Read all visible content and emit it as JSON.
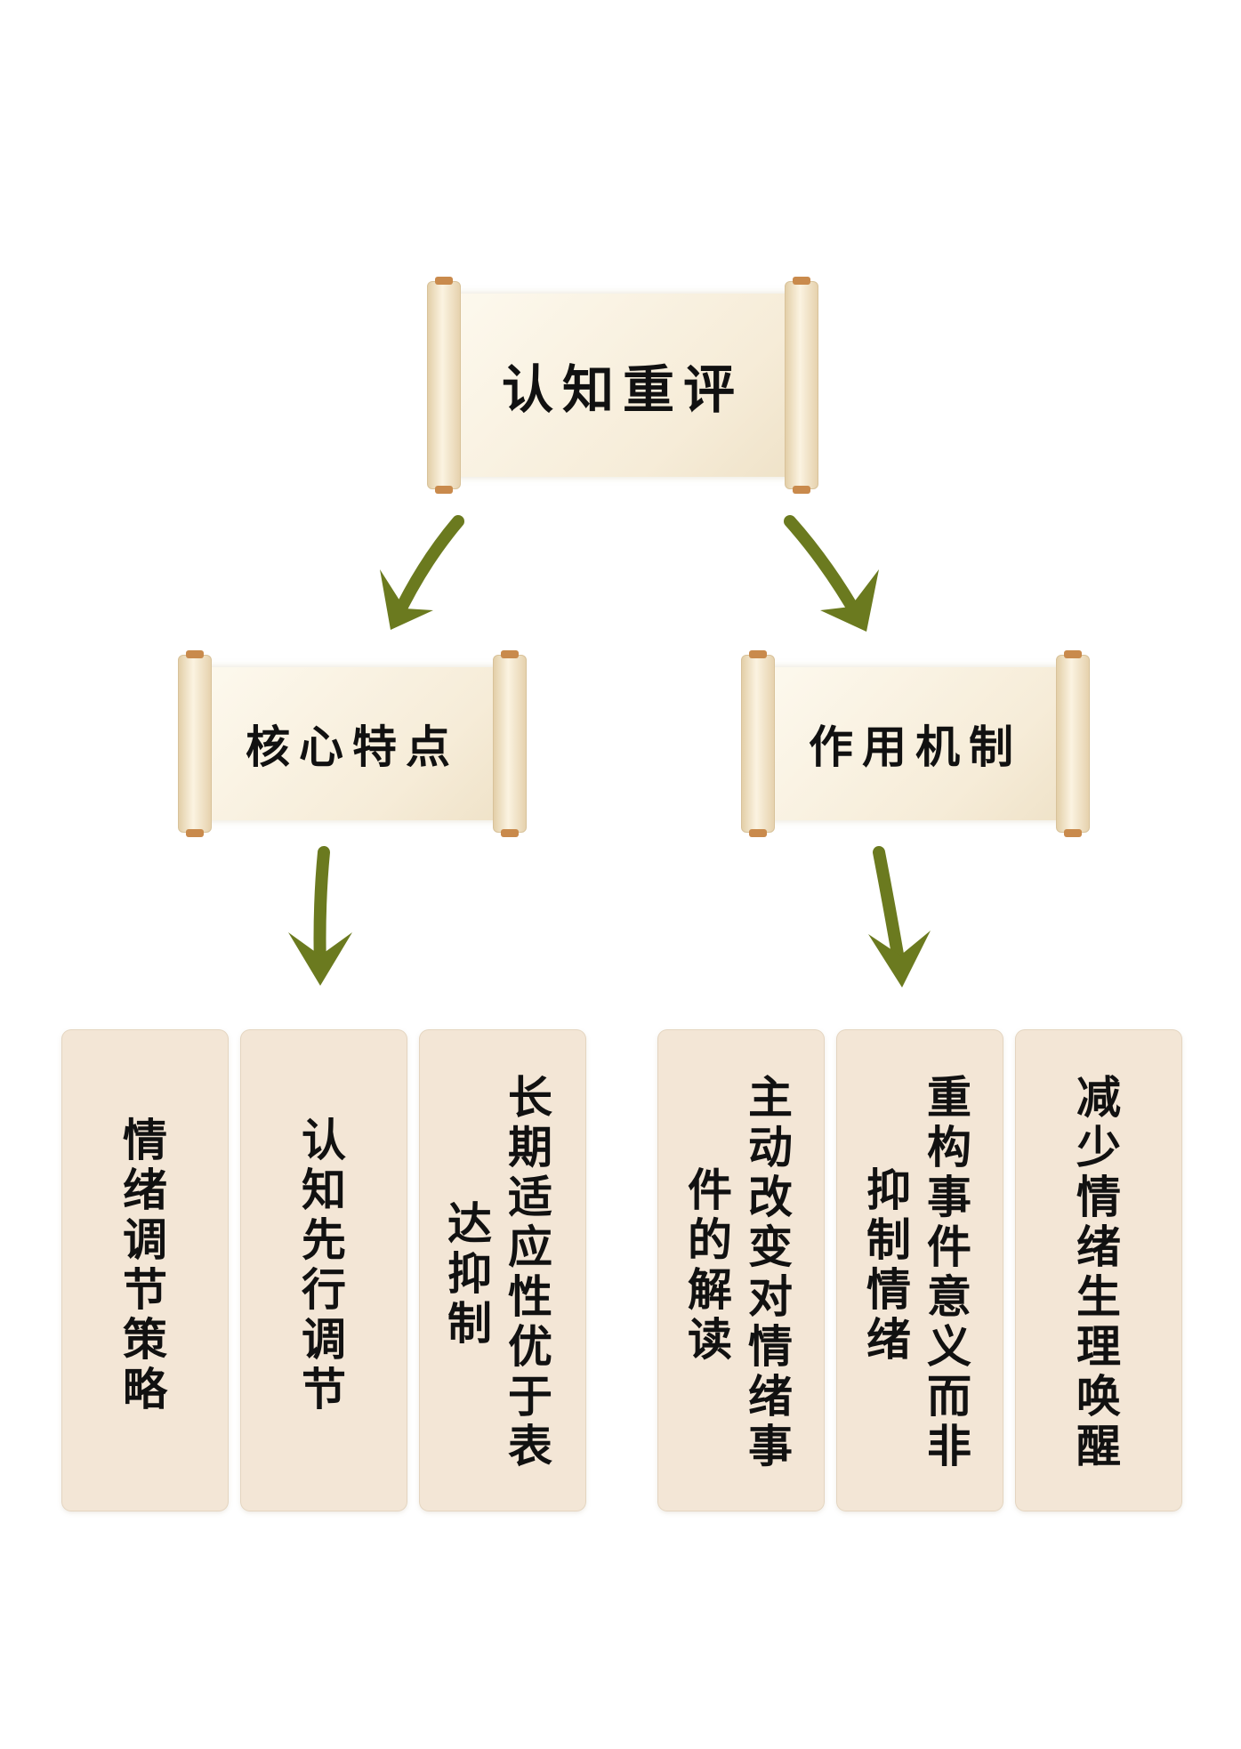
{
  "colors": {
    "arrow": "#6b7a1f",
    "card": "#f3e6d6",
    "scroll_paper": "#f6ecd8",
    "text": "#111111"
  },
  "root": {
    "title": "认知重评"
  },
  "branches": [
    {
      "title": "核心特点",
      "items": [
        {
          "lines": [
            "情绪调节策略"
          ]
        },
        {
          "lines": [
            "认知先行调节"
          ]
        },
        {
          "lines": [
            "长期适应性优于表",
            "达抑制"
          ]
        }
      ]
    },
    {
      "title": "作用机制",
      "items": [
        {
          "lines": [
            "主动改变对情绪事",
            "件的解读"
          ]
        },
        {
          "lines": [
            "重构事件意义而非",
            "抑制情绪"
          ]
        },
        {
          "lines": [
            "减少情绪生理唤醒"
          ]
        }
      ]
    }
  ]
}
